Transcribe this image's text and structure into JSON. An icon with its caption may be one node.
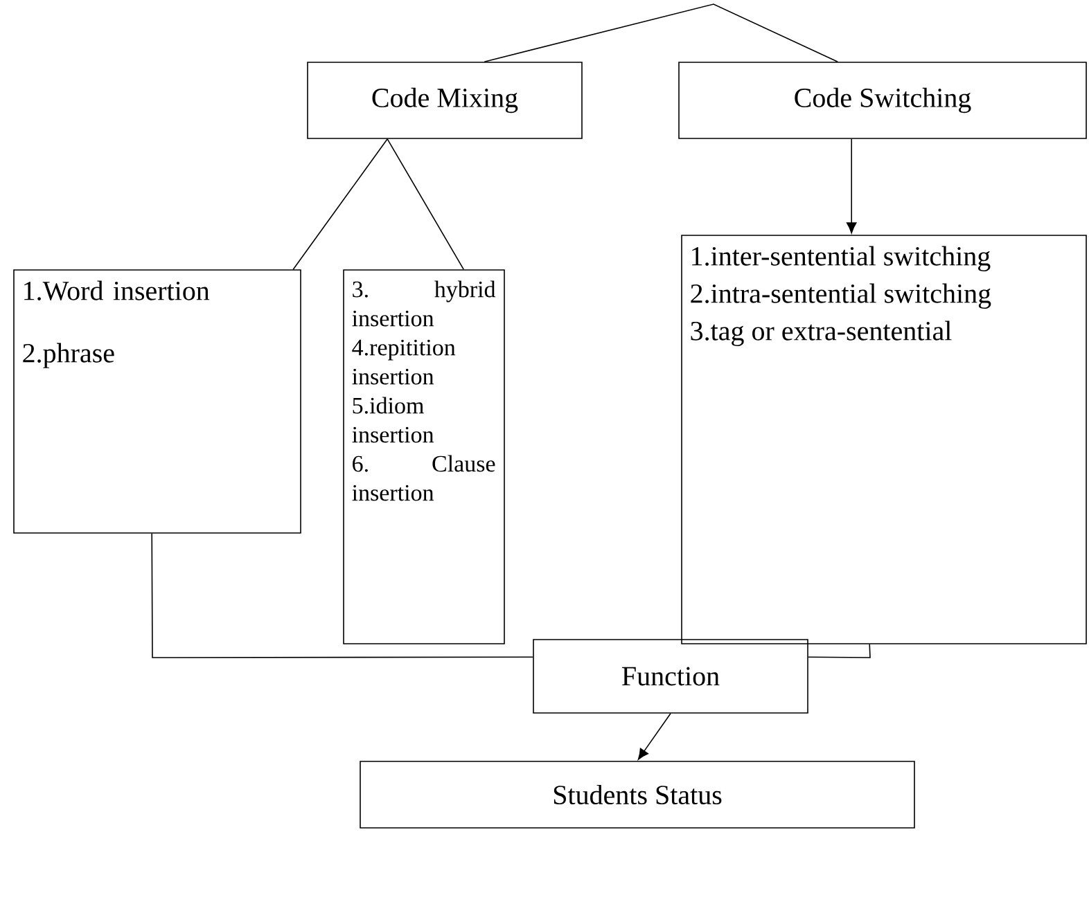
{
  "diagram": {
    "nodes": [
      {
        "text": [
          "Code Mixing"
        ]
      },
      {
        "text": [
          "Code Switching"
        ]
      },
      {
        "text": [
          "1.Word insertion",
          "2.phrase"
        ]
      },
      {
        "text": [
          "3. hybrid insertion",
          "4.repitition insertion",
          "5.idiom insertion",
          "6. Clause insertion"
        ]
      },
      {
        "text": [
          "1.inter-sentential switching",
          "2.intra-sentential switching",
          "3.tag or extra-sentential"
        ]
      },
      {
        "text": [
          "Function"
        ]
      },
      {
        "text": [
          "Students Status"
        ]
      }
    ],
    "edges": [
      {
        "from": 0,
        "to": 1,
        "arrow": "none"
      },
      {
        "from": 0,
        "to": 2,
        "arrow": "none"
      },
      {
        "from": 0,
        "to": 3,
        "arrow": "none"
      },
      {
        "from": 1,
        "to": 4,
        "arrow": "to"
      },
      {
        "from": 2,
        "to": 5,
        "arrow": "none"
      },
      {
        "from": 4,
        "to": 5,
        "arrow": "none"
      },
      {
        "from": 5,
        "to": 6,
        "arrow": "to"
      }
    ]
  }
}
